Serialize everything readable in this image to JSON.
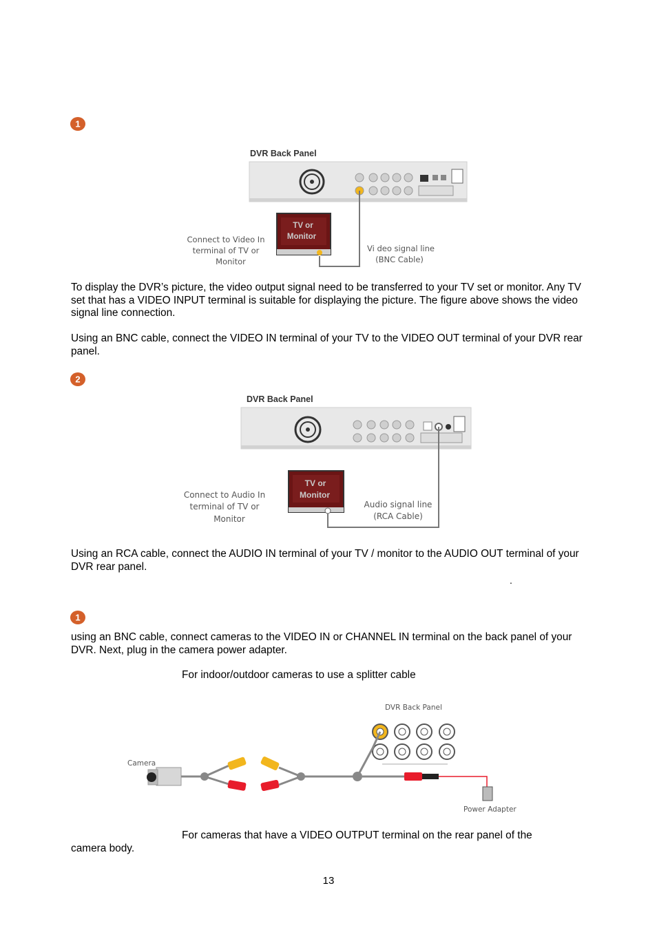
{
  "step1": {
    "badge": "1",
    "panel_title": "DVR Back Panel",
    "tv_label": [
      "TV or",
      "Monitor"
    ],
    "left_note": [
      "Connect to Video In",
      "terminal of TV or",
      "Monitor"
    ],
    "right_note": [
      "Vi deo signal line",
      "(BNC Cable)"
    ],
    "para1": "To display the DVR’s picture, the video output signal need to be transferred to your TV set or monitor. Any TV set that has a VIDEO INPUT terminal is suitable for displaying the picture. The figure above shows the video signal line connection.",
    "para2": "Using an BNC cable, connect the VIDEO IN terminal of your TV to the VIDEO OUT terminal of your DVR rear panel."
  },
  "step2": {
    "badge": "2",
    "panel_title": "DVR Back Panel",
    "tv_label": [
      "TV or",
      "Monitor"
    ],
    "left_note": [
      "Connect to Audio In",
      "terminal of TV or",
      "Monitor"
    ],
    "right_note": [
      "Audio signal line",
      "(RCA Cable)"
    ],
    "para": "Using an RCA cable, connect the AUDIO IN terminal of your TV / monitor to the AUDIO OUT terminal of your DVR rear panel."
  },
  "step3": {
    "badge": "1",
    "para": "using an BNC cable, connect cameras to the VIDEO IN or CHANNEL IN terminal on the back panel of your DVR. Next, plug in the camera power adapter.",
    "caption1": "For indoor/outdoor cameras to use a splitter cable",
    "diagram": {
      "panel_title": "DVR Back Panel",
      "camera_label": "Camera",
      "adapter_label": "Power Adapter"
    },
    "caption2_line1": "For cameras that have a VIDEO OUTPUT terminal on the rear panel of the",
    "caption2_line2": "camera body."
  },
  "stray_mark": ".",
  "page_number": "13",
  "colors": {
    "badge": "#d4602a",
    "video_cable": "#f2b61d",
    "audio_cable": "#e81c2b",
    "power_line": "#e81c2b"
  }
}
